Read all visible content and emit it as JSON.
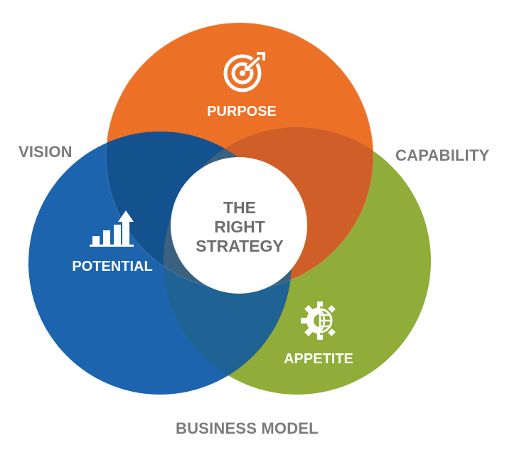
{
  "outer_labels": {
    "vision": "VISION",
    "capability": "CAPABILITY",
    "business_model": "BUSINESS MODEL"
  },
  "circles": {
    "purpose": {
      "label": "PURPOSE",
      "color": "#ec7026",
      "icon": "target-arrow-icon"
    },
    "potential": {
      "label": "POTENTIAL",
      "color": "#1c64ad",
      "icon": "bar-chart-arrow-icon"
    },
    "appetite": {
      "label": "APPETITE",
      "color": "#8fad38",
      "icon": "gear-globe-icon"
    }
  },
  "center": {
    "line1": "THE",
    "line2": "RIGHT",
    "line3": "STRATEGY"
  },
  "colors": {
    "text_gray": "#7b7b7b",
    "center_text": "#6d6d6d",
    "white": "#ffffff"
  }
}
